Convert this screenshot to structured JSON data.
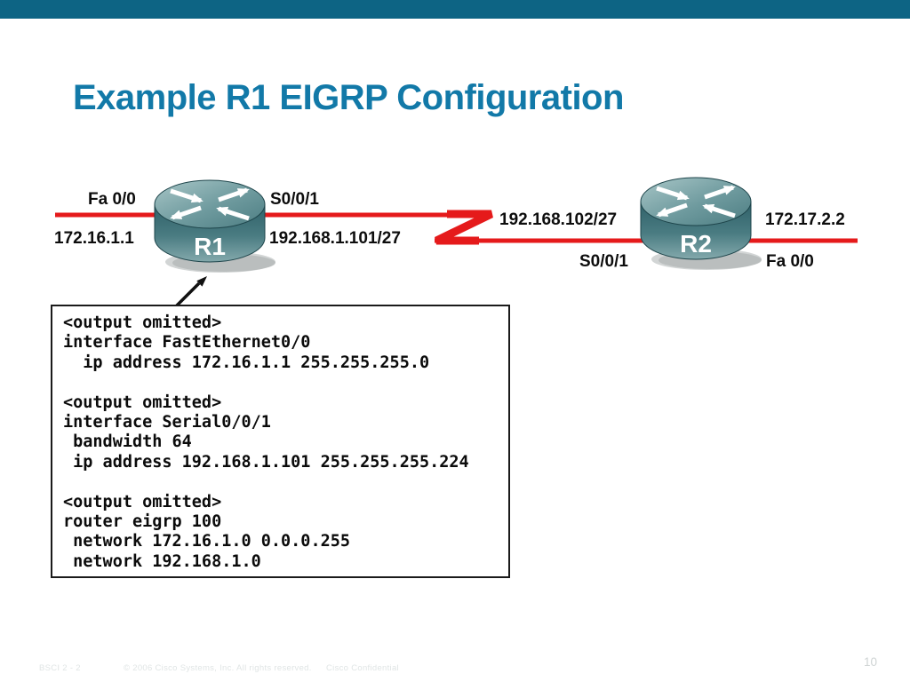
{
  "slide": {
    "title": "Example R1 EIGRP Configuration",
    "page_number": "10"
  },
  "colors": {
    "top_bar": "#0D6484",
    "title_text": "#1279A8",
    "link_red": "#E51A1B",
    "router_teal": "#4E7F84",
    "code_border": "#1A1A1A"
  },
  "diagram": {
    "r1": {
      "label": "R1",
      "left_interface": "Fa 0/0",
      "left_ip": "172.16.1.1",
      "right_interface": "S0/0/1",
      "right_ip": "192.168.1.101/27"
    },
    "r2": {
      "label": "R2",
      "serial_network": "192.168.102/27",
      "left_interface": "S0/0/1",
      "right_ip": "172.17.2.2",
      "right_interface": "Fa 0/0"
    }
  },
  "code_box": {
    "lines": [
      "<output omitted>",
      "interface FastEthernet0/0",
      "  ip address 172.16.1.1 255.255.255.0",
      "",
      "<output omitted>",
      "interface Serial0/0/1",
      " bandwidth 64",
      " ip address 192.168.1.101 255.255.255.224",
      "",
      "<output omitted>",
      "router eigrp 100",
      " network 172.16.1.0 0.0.0.255",
      " network 192.168.1.0"
    ]
  },
  "footer": {
    "course": "BSCI 2 - 2",
    "copyright": "© 2006 Cisco Systems, Inc. All rights reserved.",
    "confidential": "Cisco Confidential"
  }
}
